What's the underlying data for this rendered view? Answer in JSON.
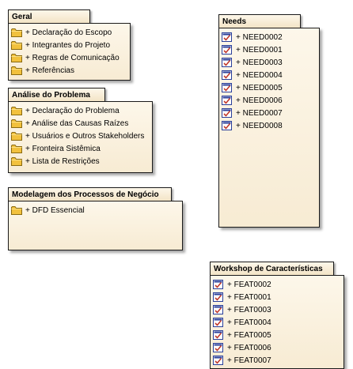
{
  "packages": {
    "geral": {
      "title": "Geral",
      "items": [
        {
          "label": "+ Declaração do Escopo",
          "icon": "folder-icon"
        },
        {
          "label": "+ Integrantes do Projeto",
          "icon": "folder-icon"
        },
        {
          "label": "+ Regras de Comunicação",
          "icon": "folder-icon"
        },
        {
          "label": "+ Referências",
          "icon": "folder-icon"
        }
      ]
    },
    "analise": {
      "title": "Análise do Problema",
      "items": [
        {
          "label": "+ Declaração do Problema",
          "icon": "folder-icon"
        },
        {
          "label": "+ Análise das Causas Raízes",
          "icon": "folder-icon"
        },
        {
          "label": "+ Usuários e Outros Stakeholders",
          "icon": "folder-icon"
        },
        {
          "label": "+ Fronteira Sistêmica",
          "icon": "folder-icon"
        },
        {
          "label": "+ Lista de Restrições",
          "icon": "folder-icon"
        }
      ]
    },
    "modelagem": {
      "title": "Modelagem dos Processos de Negócio",
      "items": [
        {
          "label": "+ DFD Essencial",
          "icon": "folder-icon"
        }
      ]
    },
    "needs": {
      "title": "Needs",
      "items": [
        {
          "label": "+ NEED0002",
          "icon": "requirement-icon"
        },
        {
          "label": "+ NEED0001",
          "icon": "requirement-icon"
        },
        {
          "label": "+ NEED0003",
          "icon": "requirement-icon"
        },
        {
          "label": "+ NEED0004",
          "icon": "requirement-icon"
        },
        {
          "label": "+ NEED0005",
          "icon": "requirement-icon"
        },
        {
          "label": "+ NEED0006",
          "icon": "requirement-icon"
        },
        {
          "label": "+ NEED0007",
          "icon": "requirement-icon"
        },
        {
          "label": "+ NEED0008",
          "icon": "requirement-icon"
        }
      ]
    },
    "workshop": {
      "title": "Workshop de Características",
      "items": [
        {
          "label": "+ FEAT0002",
          "icon": "requirement-icon"
        },
        {
          "label": "+ FEAT0001",
          "icon": "requirement-icon"
        },
        {
          "label": "+ FEAT0003",
          "icon": "requirement-icon"
        },
        {
          "label": "+ FEAT0004",
          "icon": "requirement-icon"
        },
        {
          "label": "+ FEAT0005",
          "icon": "requirement-icon"
        },
        {
          "label": "+ FEAT0006",
          "icon": "requirement-icon"
        },
        {
          "label": "+ FEAT0007",
          "icon": "requirement-icon"
        }
      ]
    }
  },
  "colors": {
    "package_fill": "#fbf1dc",
    "border": "#1a1a1a",
    "folder": "#f2c13d",
    "requirement_check": "#2a3f9a",
    "requirement_mark": "#c0392b"
  }
}
